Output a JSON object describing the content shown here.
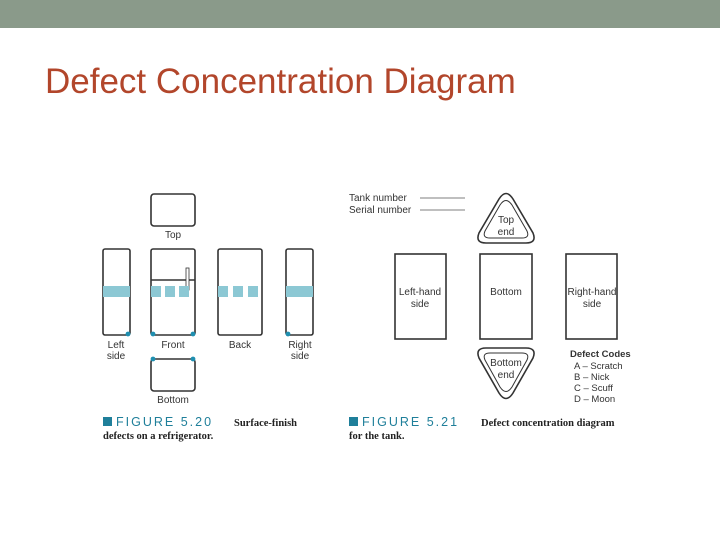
{
  "page": {
    "title": "Defect Concentration Diagram",
    "accent_color": "#b2462b",
    "bar_color": "#8a9a8a"
  },
  "figure_520": {
    "views": {
      "top": "Top",
      "left_side_line1": "Left",
      "left_side_line2": "side",
      "front": "Front",
      "back": "Back",
      "right_side_line1": "Right",
      "right_side_line2": "side",
      "bottom": "Bottom"
    },
    "figure_label": "FIGURE 5.20",
    "caption_line1": "Surface-finish",
    "caption_line2": "defects on a refrigerator."
  },
  "figure_521": {
    "tank_number": "Tank number",
    "serial_number": "Serial number",
    "top_end_line1": "Top",
    "top_end_line2": "end",
    "left_hand_line1": "Left-hand",
    "left_hand_line2": "side",
    "bottom": "Bottom",
    "right_hand_line1": "Right-hand",
    "right_hand_line2": "side",
    "bottom_end_line1": "Bottom",
    "bottom_end_line2": "end",
    "defect_codes": {
      "heading": "Defect Codes",
      "items": [
        "A – Scratch",
        "B – Nick",
        "C – Scuff",
        "D – Moon"
      ]
    },
    "figure_label": "FIGURE 5.21",
    "caption_line1": "Defect concentration diagram",
    "caption_line2": "for the tank."
  },
  "colors": {
    "defect_band": "#8cc8d4",
    "defect_dot": "#1f8fb0",
    "figure_label": "#1f7f9a",
    "outline": "#333333"
  }
}
